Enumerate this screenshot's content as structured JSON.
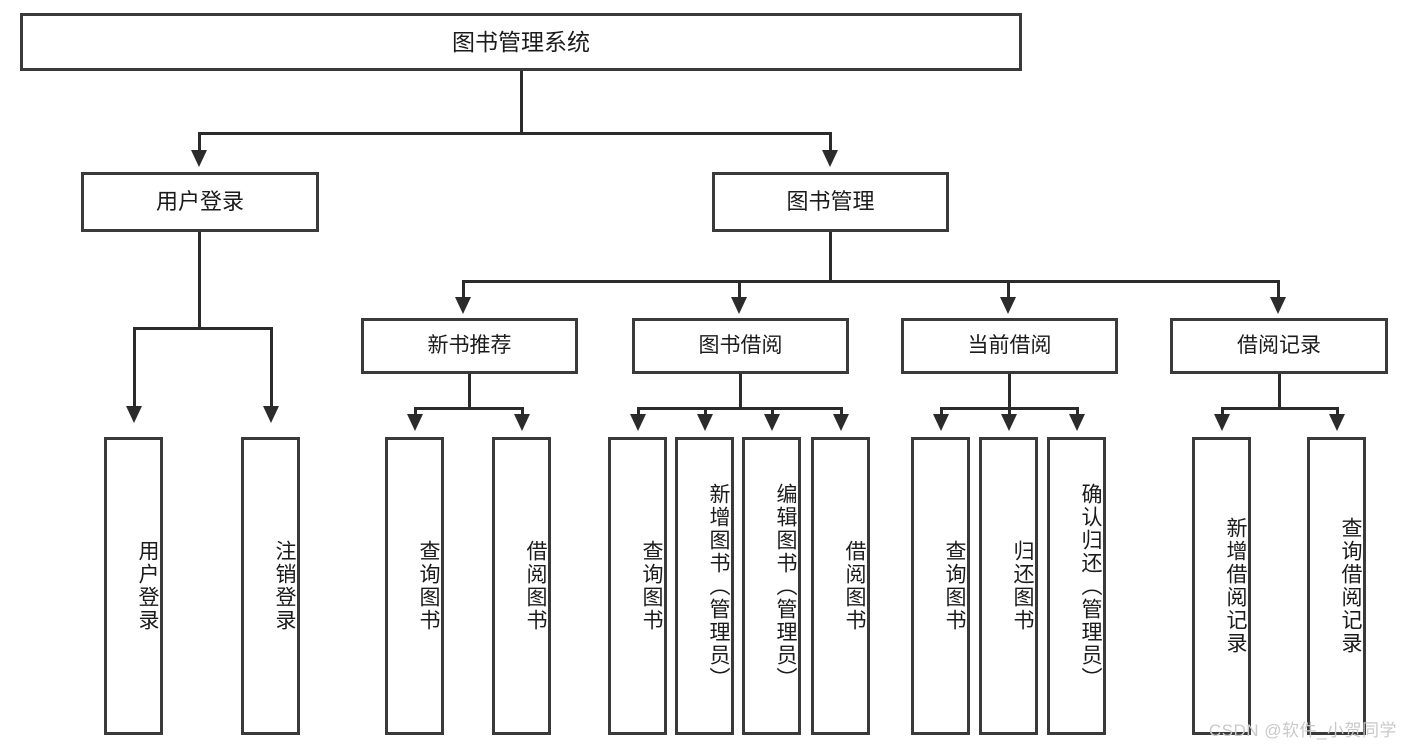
{
  "diagram": {
    "title": "图书管理系统",
    "type": "tree",
    "watermark": "CSDN @软件_小贺同学",
    "colors": {
      "box_border": "#3a3a3a",
      "box_fill": "#ffffff",
      "connector": "#2b2b2b",
      "text": "#1b1b1b",
      "watermark": "#c9c9c9"
    }
  },
  "nodes": {
    "root": {
      "label": "图书管理系统"
    },
    "level2": [
      {
        "id": "user-login",
        "label": "用户登录"
      },
      {
        "id": "book-manage",
        "label": "图书管理"
      }
    ],
    "level3": [
      {
        "id": "new-book-recommend",
        "label": "新书推荐"
      },
      {
        "id": "book-borrow",
        "label": "图书借阅"
      },
      {
        "id": "current-borrow",
        "label": "当前借阅"
      },
      {
        "id": "borrow-record",
        "label": "借阅记录"
      }
    ],
    "leaves": [
      {
        "id": "leaf-user-login",
        "label": "用户登录",
        "parent": "user-login"
      },
      {
        "id": "leaf-logout",
        "label": "注销登录",
        "parent": "user-login"
      },
      {
        "id": "leaf-query-book-1",
        "label": "查询图书",
        "parent": "new-book-recommend"
      },
      {
        "id": "leaf-borrow-book-1",
        "label": "借阅图书",
        "parent": "new-book-recommend"
      },
      {
        "id": "leaf-query-book-2",
        "label": "查询图书",
        "parent": "book-borrow"
      },
      {
        "id": "leaf-add-book",
        "label": "新增图书（管理员）",
        "parent": "book-borrow"
      },
      {
        "id": "leaf-edit-book",
        "label": "编辑图书（管理员）",
        "parent": "book-borrow"
      },
      {
        "id": "leaf-borrow-book-2",
        "label": "借阅图书",
        "parent": "book-borrow"
      },
      {
        "id": "leaf-query-book-3",
        "label": "查询图书",
        "parent": "current-borrow"
      },
      {
        "id": "leaf-return-book",
        "label": "归还图书",
        "parent": "current-borrow"
      },
      {
        "id": "leaf-confirm-return",
        "label": "确认归还（管理员）",
        "parent": "current-borrow"
      },
      {
        "id": "leaf-add-borrow-record",
        "label": "新增借阅记录",
        "parent": "borrow-record"
      },
      {
        "id": "leaf-query-borrow-record",
        "label": "查询借阅记录",
        "parent": "borrow-record"
      }
    ]
  }
}
